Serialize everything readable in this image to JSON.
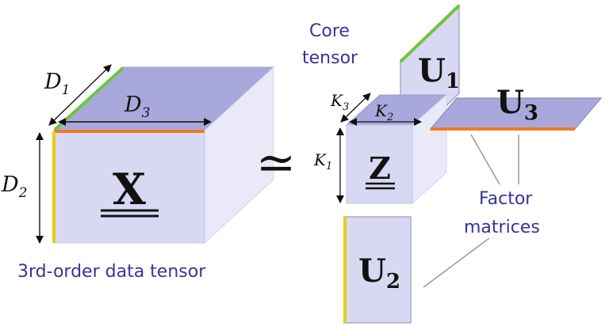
{
  "data_tensor": {
    "symbol": "X",
    "caption": "3rd-order data tensor",
    "dims": [
      {
        "sym": "D",
        "sub": "1"
      },
      {
        "sym": "D",
        "sub": "2"
      },
      {
        "sym": "D",
        "sub": "3"
      }
    ]
  },
  "approx_symbol": "≃",
  "core": {
    "label_line1": "Core",
    "label_line2": "tensor",
    "symbol": "Z",
    "dims": [
      {
        "sym": "K",
        "sub": "1"
      },
      {
        "sym": "K",
        "sub": "2"
      },
      {
        "sym": "K",
        "sub": "3"
      }
    ]
  },
  "factors": {
    "label_line1": "Factor",
    "label_line2": "matrices",
    "u1": {
      "sym": "U",
      "sub": "1"
    },
    "u2": {
      "sym": "U",
      "sub": "2"
    },
    "u3": {
      "sym": "U",
      "sub": "3"
    }
  },
  "colors": {
    "face_front": "#d8d8f3",
    "face_top": "#a8a8dc",
    "face_side": "#e9e9f8",
    "edge_green": "#6cc63c",
    "edge_orange": "#f07a22",
    "edge_yellow": "#e6cf14",
    "label_blue": "#35359a"
  }
}
